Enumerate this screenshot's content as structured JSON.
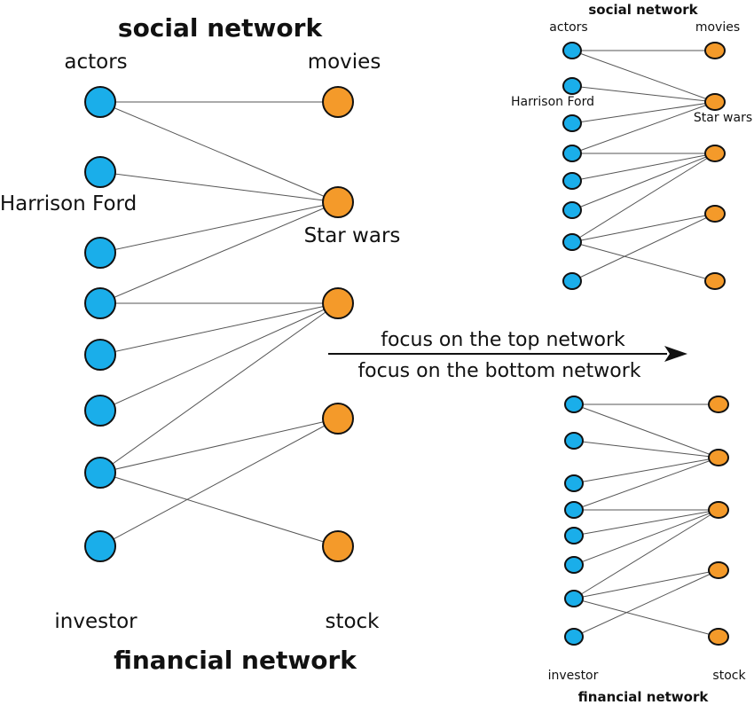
{
  "big_network": {
    "title_top": "social network",
    "title_bottom": "financial network",
    "left_header_top": "actors",
    "right_header_top": "movies",
    "left_header_bottom": "investor",
    "right_header_bottom": "stock",
    "node_label_left": "Harrison Ford",
    "node_label_right": "Star wars"
  },
  "small_top_network": {
    "title": "social network",
    "left_header": "actors",
    "right_header": "movies",
    "node_label_left": "Harrison Ford",
    "node_label_right": "Star wars"
  },
  "small_bottom_network": {
    "title": "financial network",
    "left_header": "investor",
    "right_header": "stock"
  },
  "arrow": {
    "label_top": "focus on the top network",
    "label_bottom": "focus on the bottom network"
  },
  "graph": {
    "left_count": 8,
    "right_count": 5,
    "edges": [
      [
        0,
        0
      ],
      [
        0,
        1
      ],
      [
        1,
        1
      ],
      [
        2,
        1
      ],
      [
        3,
        1
      ],
      [
        3,
        2
      ],
      [
        4,
        2
      ],
      [
        5,
        2
      ],
      [
        6,
        2
      ],
      [
        6,
        3
      ],
      [
        6,
        4
      ],
      [
        7,
        3
      ],
      [
        3,
        2
      ]
    ]
  },
  "colors": {
    "left_node": "#1aaeea",
    "right_node": "#f49a2a",
    "edge": "#555555"
  }
}
